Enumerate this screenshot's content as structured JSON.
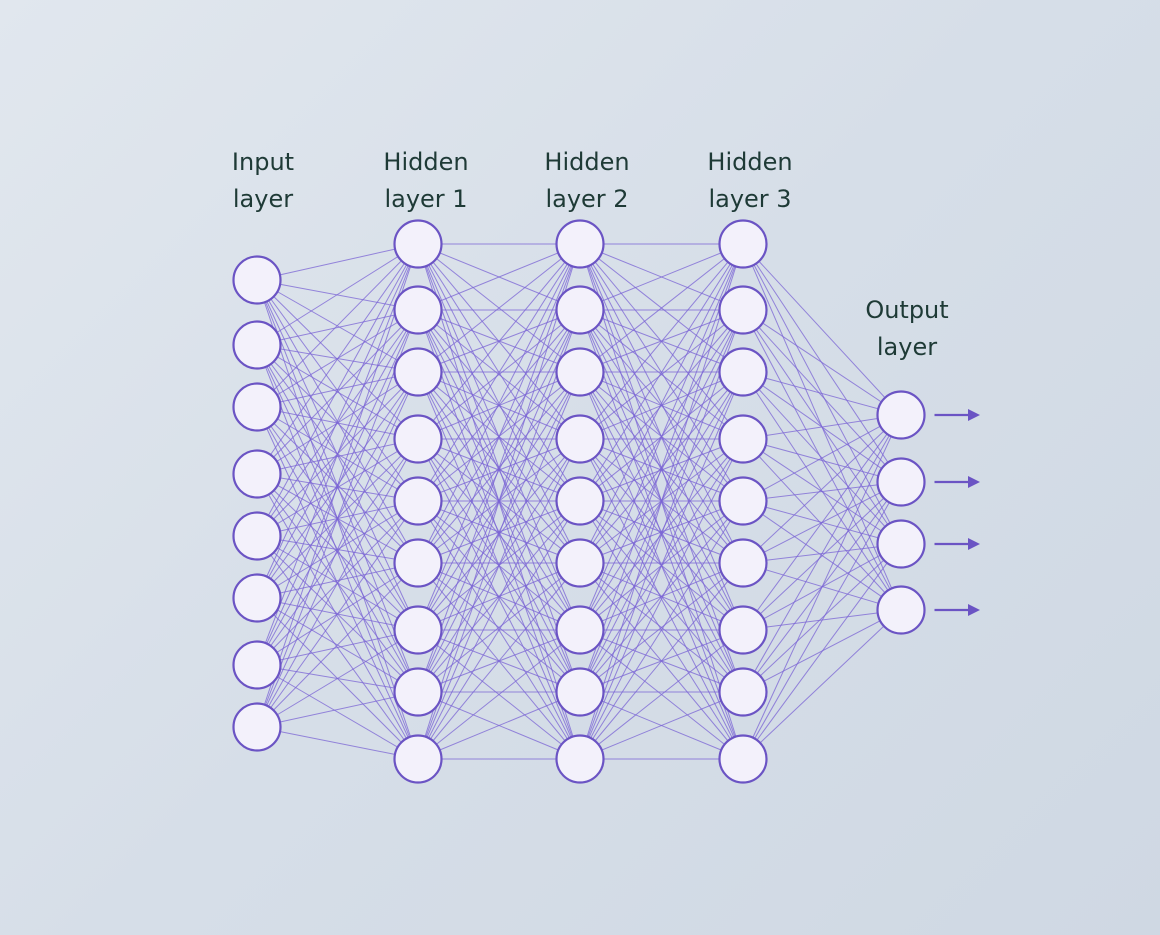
{
  "diagram": {
    "type": "feedforward-neural-network",
    "colors": {
      "background": "#d6dee8",
      "node_fill": "#f3f1fb",
      "node_stroke": "#6b54c4",
      "edge": "#7a63d4",
      "label": "#1e3a36"
    },
    "layers": [
      {
        "id": "input",
        "label_lines": [
          "Input",
          "layer"
        ],
        "neurons": 8
      },
      {
        "id": "hidden1",
        "label_lines": [
          "Hidden",
          "layer 1"
        ],
        "neurons": 9
      },
      {
        "id": "hidden2",
        "label_lines": [
          "Hidden",
          "layer 2"
        ],
        "neurons": 9
      },
      {
        "id": "hidden3",
        "label_lines": [
          "Hidden",
          "layer 3"
        ],
        "neurons": 9
      },
      {
        "id": "output",
        "label_lines": [
          "Output",
          "layer"
        ],
        "neurons": 4,
        "output_arrows": true
      }
    ],
    "connections": "fully-connected between adjacent layers"
  }
}
